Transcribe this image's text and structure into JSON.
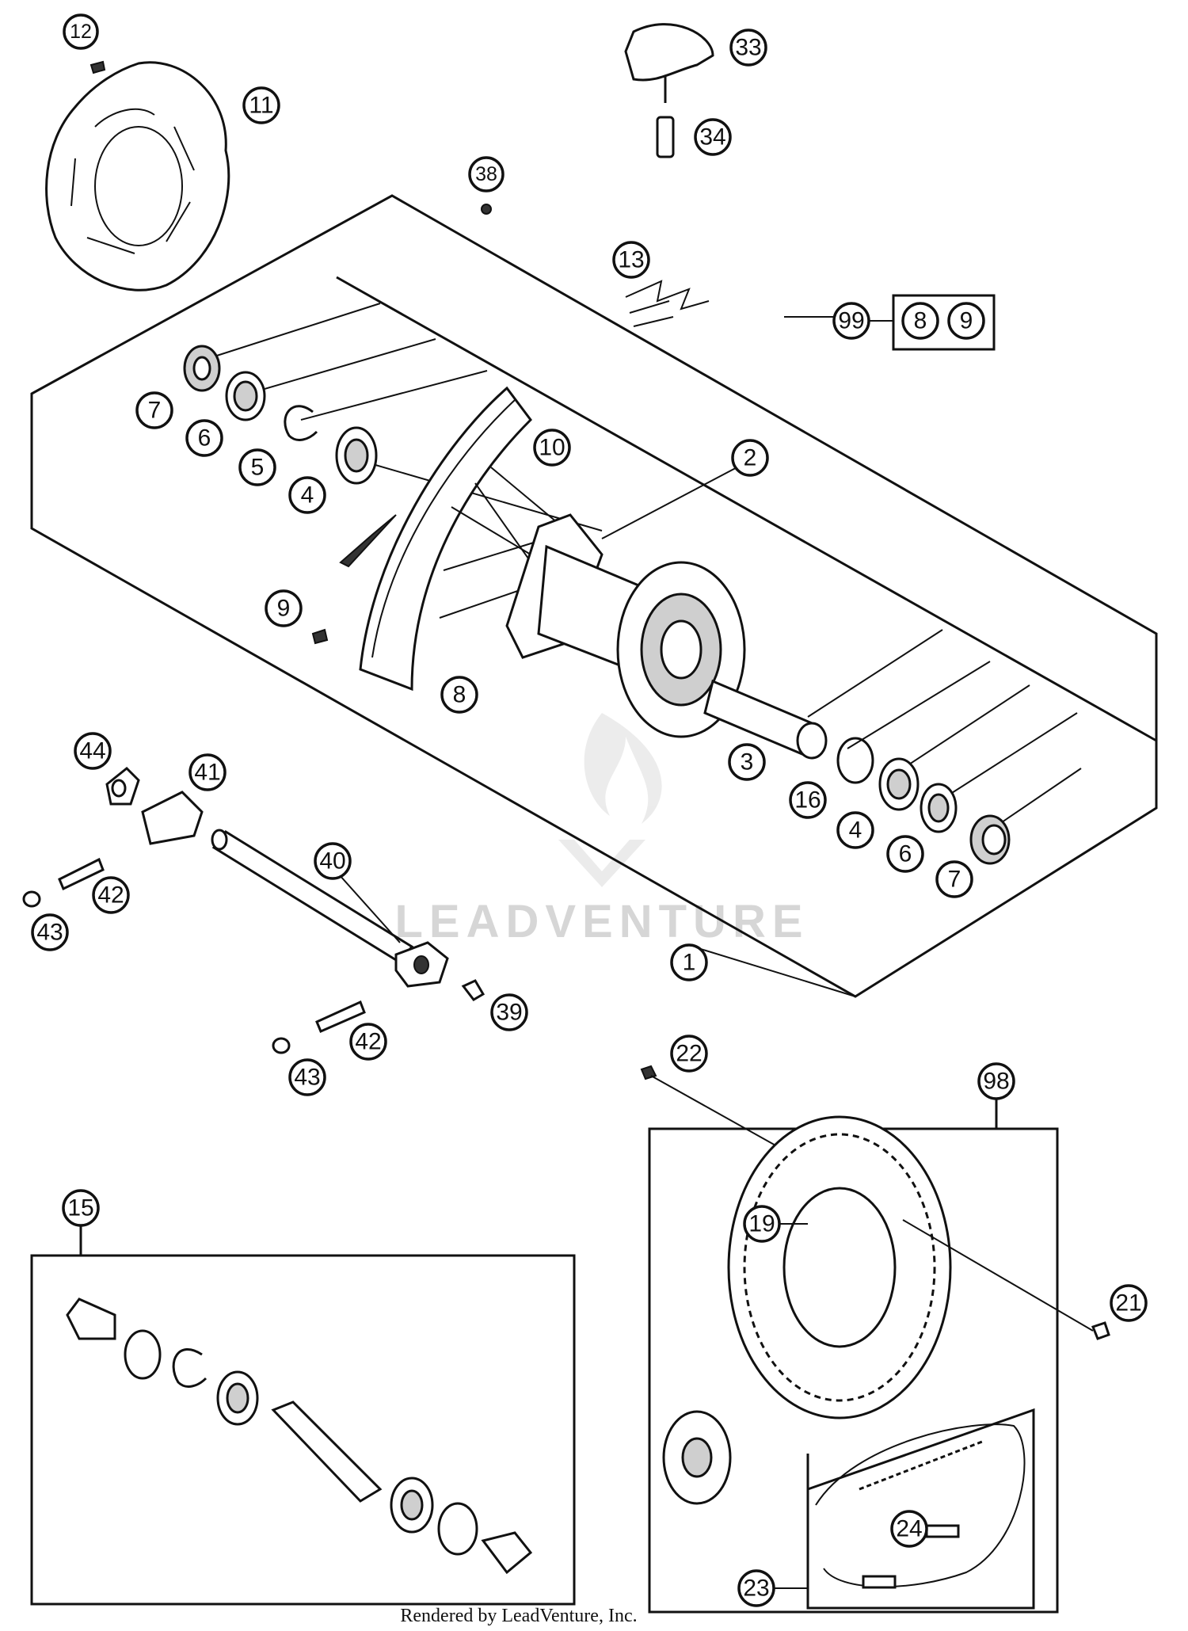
{
  "callouts": [
    "12",
    "11",
    "33",
    "34",
    "38",
    "13",
    "99",
    "8",
    "9",
    "7",
    "6",
    "5",
    "4",
    "10",
    "2",
    "9",
    "8",
    "44",
    "41",
    "40",
    "42",
    "43",
    "3",
    "16",
    "4",
    "6",
    "7",
    "1",
    "39",
    "42",
    "43",
    "22",
    "98",
    "15",
    "19",
    "21",
    "23",
    "24"
  ],
  "watermark": "LEADVENTURE",
  "footer": "Rendered by LeadVenture, Inc."
}
